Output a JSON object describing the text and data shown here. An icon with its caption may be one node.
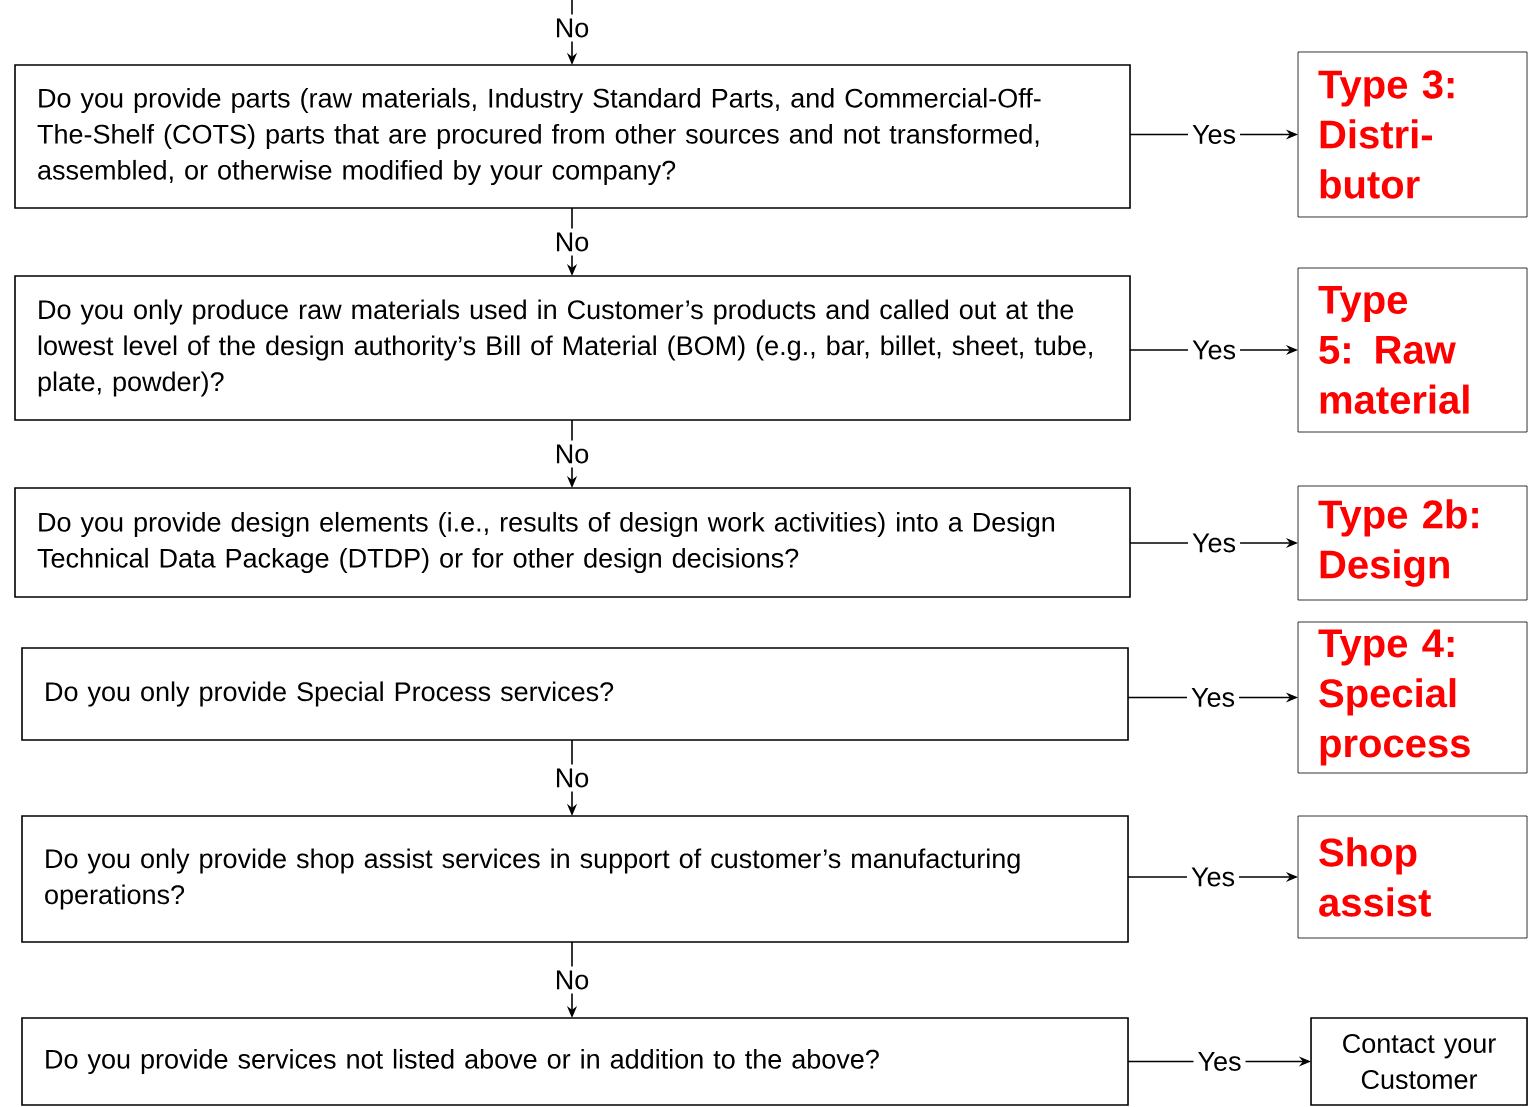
{
  "diagram": {
    "nodes": [
      {
        "text": [
          "Do you provide parts (raw materials, Industry Standard Parts, and Commercial-Off-The-Shelf (COTS) parts that are procured from other sources and not transformed, assembled, or otherwise modified by your company?"
        ]
      },
      {
        "text": [
          "Type 3: Distri- butor"
        ]
      },
      {
        "text": [
          "Do you only produce raw materials used in Customer’s products and called out at the lowest level of the design authority’s Bill of Material (BOM) (e.g., bar, billet, sheet, tube, plate, powder)?"
        ]
      },
      {
        "text": [
          "Type 5: Raw material"
        ]
      },
      {
        "text": [
          "Do you provide design elements (i.e., results of design work activities) into a Design Technical Data Package (DTDP) or for other design decisions?"
        ]
      },
      {
        "text": [
          "Type 2b: Design"
        ]
      },
      {
        "text": [
          "Do you only provide Special Process services?"
        ]
      },
      {
        "text": [
          "Type 4: Special process"
        ]
      },
      {
        "text": [
          "Do you only provide shop assist services in support of customer’s manufacturing operations?"
        ]
      },
      {
        "text": [
          "Shop assist"
        ]
      },
      {
        "text": [
          "Do you provide services not listed above or in addition to the above?"
        ]
      },
      {
        "text": [
          "Contact your Customer"
        ]
      }
    ],
    "edges": [
      {
        "from": null,
        "to": 0,
        "arrow": "to",
        "label": "No"
      },
      {
        "from": 0,
        "to": 1,
        "arrow": "to",
        "label": "Yes"
      },
      {
        "from": 0,
        "to": 2,
        "arrow": "to",
        "label": "No"
      },
      {
        "from": 2,
        "to": 3,
        "arrow": "to",
        "label": "Yes"
      },
      {
        "from": 2,
        "to": 4,
        "arrow": "to",
        "label": "No"
      },
      {
        "from": 4,
        "to": 5,
        "arrow": "to",
        "label": "Yes"
      },
      {
        "from": 6,
        "to": 7,
        "arrow": "to",
        "label": "Yes"
      },
      {
        "from": 6,
        "to": 8,
        "arrow": "to",
        "label": "No"
      },
      {
        "from": 8,
        "to": 9,
        "arrow": "to",
        "label": "Yes"
      },
      {
        "from": 8,
        "to": 10,
        "arrow": "to",
        "label": "No"
      },
      {
        "from": 10,
        "to": 11,
        "arrow": "to",
        "label": "Yes"
      }
    ]
  }
}
